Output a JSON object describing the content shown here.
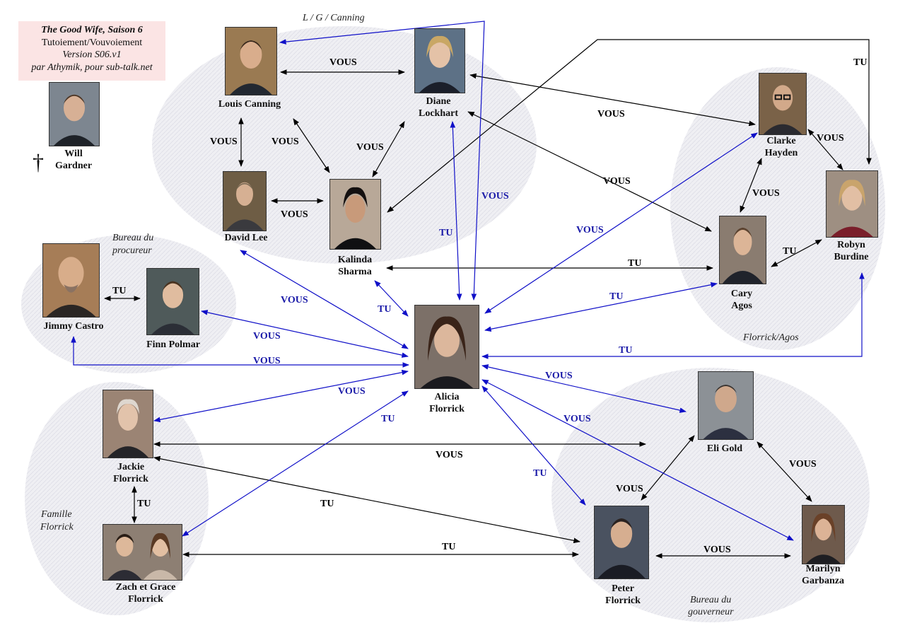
{
  "legend": {
    "title": "The Good Wife, Saison 6",
    "subtitle": "Tutoiement/Vouvoiement",
    "version": "Version S06.v1",
    "credit": "par Athymik, pour sub-talk.net"
  },
  "groups": {
    "lg_canning": "L / G / Canning",
    "procureur_1": "Bureau du",
    "procureur_2": "procureur",
    "florrick_agos": "Florrick/Agos",
    "famille_1": "Famille",
    "famille_2": "Florrick",
    "gouverneur_1": "Bureau du",
    "gouverneur_2": "gouverneur"
  },
  "deceased_marker": "†",
  "people": {
    "will": {
      "l1": "Will",
      "l2": "Gardner"
    },
    "canning": {
      "l1": "Louis Canning"
    },
    "diane": {
      "l1": "Diane",
      "l2": "Lockhart"
    },
    "david": {
      "l1": "David Lee"
    },
    "kalinda": {
      "l1": "Kalinda",
      "l2": "Sharma"
    },
    "clarke": {
      "l1": "Clarke",
      "l2": "Hayden"
    },
    "robyn": {
      "l1": "Robyn",
      "l2": "Burdine"
    },
    "cary": {
      "l1": "Cary",
      "l2": "Agos"
    },
    "jimmy": {
      "l1": "Jimmy Castro"
    },
    "finn": {
      "l1": "Finn Polmar"
    },
    "alicia": {
      "l1": "Alicia",
      "l2": "Florrick"
    },
    "eli": {
      "l1": "Eli Gold"
    },
    "jackie": {
      "l1": "Jackie",
      "l2": "Florrick"
    },
    "zach": {
      "l1": "Zach et Grace",
      "l2": "Florrick"
    },
    "peter": {
      "l1": "Peter",
      "l2": "Florrick"
    },
    "marilyn": {
      "l1": "Marilyn",
      "l2": "Garbanza"
    }
  },
  "colors": {
    "black_link": "#000000",
    "blue_link": "#1010c8",
    "blue_label": "#1a1aa8",
    "group_fill": "#ececf0",
    "legend_bg": "#fbe4e4"
  },
  "relations": [
    {
      "id": "canning-diane",
      "label": "VOUS",
      "color": "black"
    },
    {
      "id": "canning-david",
      "label": "VOUS",
      "color": "black"
    },
    {
      "id": "canning-kalinda",
      "label": "VOUS",
      "color": "black"
    },
    {
      "id": "diane-kalinda",
      "label": "VOUS",
      "color": "black"
    },
    {
      "id": "david-kalinda",
      "label": "VOUS",
      "color": "black"
    },
    {
      "id": "diane-clarke",
      "label": "VOUS",
      "color": "black"
    },
    {
      "id": "diane-cary",
      "label": "VOUS",
      "color": "black"
    },
    {
      "id": "robyn-kalinda",
      "label": "TU",
      "color": "black"
    },
    {
      "id": "clarke-robyn",
      "label": "VOUS",
      "color": "black"
    },
    {
      "id": "clarke-cary",
      "label": "VOUS",
      "color": "black"
    },
    {
      "id": "cary-robyn",
      "label": "TU",
      "color": "black"
    },
    {
      "id": "kalinda-cary",
      "label": "TU",
      "color": "black"
    },
    {
      "id": "jimmy-finn",
      "label": "TU",
      "color": "black"
    },
    {
      "id": "alicia-canning",
      "label": "VOUS",
      "color": "blue"
    },
    {
      "id": "alicia-diane",
      "label": "TU",
      "color": "blue"
    },
    {
      "id": "alicia-clarke",
      "label": "VOUS",
      "color": "blue"
    },
    {
      "id": "alicia-kalinda",
      "label": "TU",
      "color": "blue"
    },
    {
      "id": "alicia-david",
      "label": "VOUS",
      "color": "blue"
    },
    {
      "id": "alicia-cary",
      "label": "TU",
      "color": "blue"
    },
    {
      "id": "alicia-robyn",
      "label": "TU",
      "color": "blue"
    },
    {
      "id": "alicia-finn",
      "label": "VOUS",
      "color": "blue"
    },
    {
      "id": "alicia-jimmy",
      "label": "VOUS",
      "color": "blue"
    },
    {
      "id": "alicia-jackie",
      "label": "VOUS",
      "color": "blue"
    },
    {
      "id": "alicia-zach",
      "label": "TU",
      "color": "blue"
    },
    {
      "id": "alicia-eli",
      "label": "VOUS",
      "color": "blue"
    },
    {
      "id": "alicia-marilyn",
      "label": "VOUS",
      "color": "blue"
    },
    {
      "id": "alicia-peter",
      "label": "TU",
      "color": "blue"
    },
    {
      "id": "jackie-eli",
      "label": "VOUS",
      "color": "black"
    },
    {
      "id": "jackie-zach",
      "label": "TU",
      "color": "black"
    },
    {
      "id": "jackie-peter",
      "label": "TU",
      "color": "black"
    },
    {
      "id": "zach-peter",
      "label": "TU",
      "color": "black"
    },
    {
      "id": "eli-peter",
      "label": "VOUS",
      "color": "black"
    },
    {
      "id": "eli-marilyn",
      "label": "VOUS",
      "color": "black"
    },
    {
      "id": "peter-marilyn",
      "label": "VOUS",
      "color": "black"
    }
  ]
}
